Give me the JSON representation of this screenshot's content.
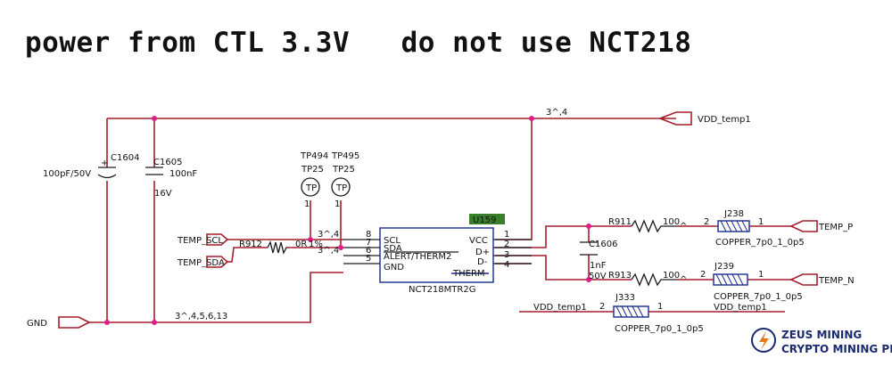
{
  "title": "power from CTL 3.3V   do not use NCT218",
  "nets": {
    "vdd_top": "VDD_temp1",
    "vdd_bottom_left": "VDD_temp1",
    "vdd_bottom_right": "VDD_temp1",
    "gnd": "GND",
    "temp_scl": "TEMP_SCL",
    "temp_sda": "TEMP_SDA",
    "temp_p": "TEMP_P",
    "temp_n": "TEMP_N",
    "page_ref_top": "3^,4",
    "page_ref_gnd": "3^,4,5,6,13",
    "page_ref_scl": "3^,4",
    "page_ref_sda": "3^,4"
  },
  "capacitors": {
    "c1604": {
      "ref": "C1604",
      "value": "100pF/50V"
    },
    "c1605": {
      "ref": "C1605",
      "value": "100nF",
      "voltage": "16V"
    },
    "c1606": {
      "ref": "C1606",
      "value": "1nF",
      "voltage": "50V"
    }
  },
  "test_points": [
    {
      "ref": "TP494",
      "type": "TP25",
      "glyph": "TP",
      "pin": "1"
    },
    {
      "ref": "TP495",
      "type": "TP25",
      "glyph": "TP",
      "pin": "1"
    }
  ],
  "resistors": {
    "r912": {
      "ref": "R912",
      "value": "0R",
      "tol": "1%"
    },
    "r911": {
      "ref": "R911",
      "value": "100",
      "suffix": "^",
      "pin1": "2",
      "pin2": "1"
    },
    "r913": {
      "ref": "R913",
      "value": "100",
      "suffix": "^",
      "pin1": "2",
      "pin2": "1"
    }
  },
  "ic": {
    "badge": "U159",
    "part": "NCT218MTR2G",
    "left_pins": [
      {
        "num": "8",
        "name": "SCL"
      },
      {
        "num": "7",
        "name": "SDA"
      },
      {
        "num": "6",
        "name": "ALERT/THERM2"
      },
      {
        "num": "5",
        "name": "GND"
      }
    ],
    "right_pins": [
      {
        "num": "1",
        "name": "VCC"
      },
      {
        "num": "2",
        "name": "D+"
      },
      {
        "num": "3",
        "name": "D-"
      },
      {
        "num": "4",
        "name": "THERM"
      }
    ]
  },
  "jumpers": [
    {
      "ref": "J238",
      "part": "COPPER_7p0_1_0p5",
      "pin_left": "2",
      "pin_right": "1"
    },
    {
      "ref": "J239",
      "part": "COPPER_7p0_1_0p5",
      "pin_left": "2",
      "pin_right": "1"
    },
    {
      "ref": "J333",
      "part": "COPPER_7p0_1_0p5",
      "pin_left": "2",
      "pin_right": "1"
    }
  ],
  "watermark": {
    "line1": "ZEUS MINING",
    "line2": "CRYPTO MINING PRO"
  },
  "colors": {
    "wire": "#a51d2b",
    "component": "#1a1a1a",
    "ic_outline": "#1a2b8f",
    "junction": "#e01e8c",
    "badge_bg": "#3a7d2b"
  }
}
